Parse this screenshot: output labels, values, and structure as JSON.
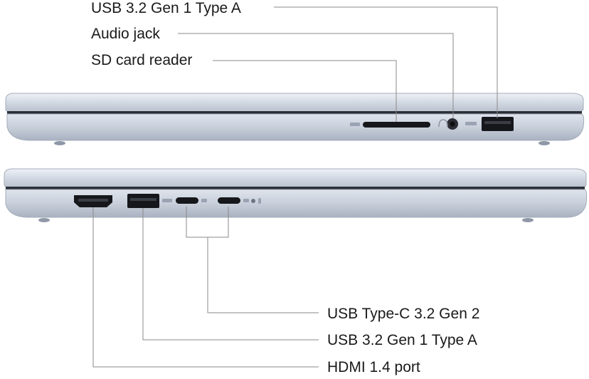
{
  "right_side_labels": {
    "usb_a": "USB 3.2 Gen 1 Type A",
    "audio": "Audio jack",
    "sd": "SD card reader"
  },
  "left_side_labels": {
    "usb_c": "USB Type-C 3.2 Gen 2",
    "usb_a": "USB 3.2 Gen 1 Type A",
    "hdmi": "HDMI 1.4 port"
  },
  "colors": {
    "chassis": "#c9d0dc",
    "chassis_light": "#e6eaf1",
    "chassis_dark": "#9aa3b3",
    "seam": "#2b2f36",
    "port": "#15171b",
    "leader": "#8a8a8a"
  }
}
